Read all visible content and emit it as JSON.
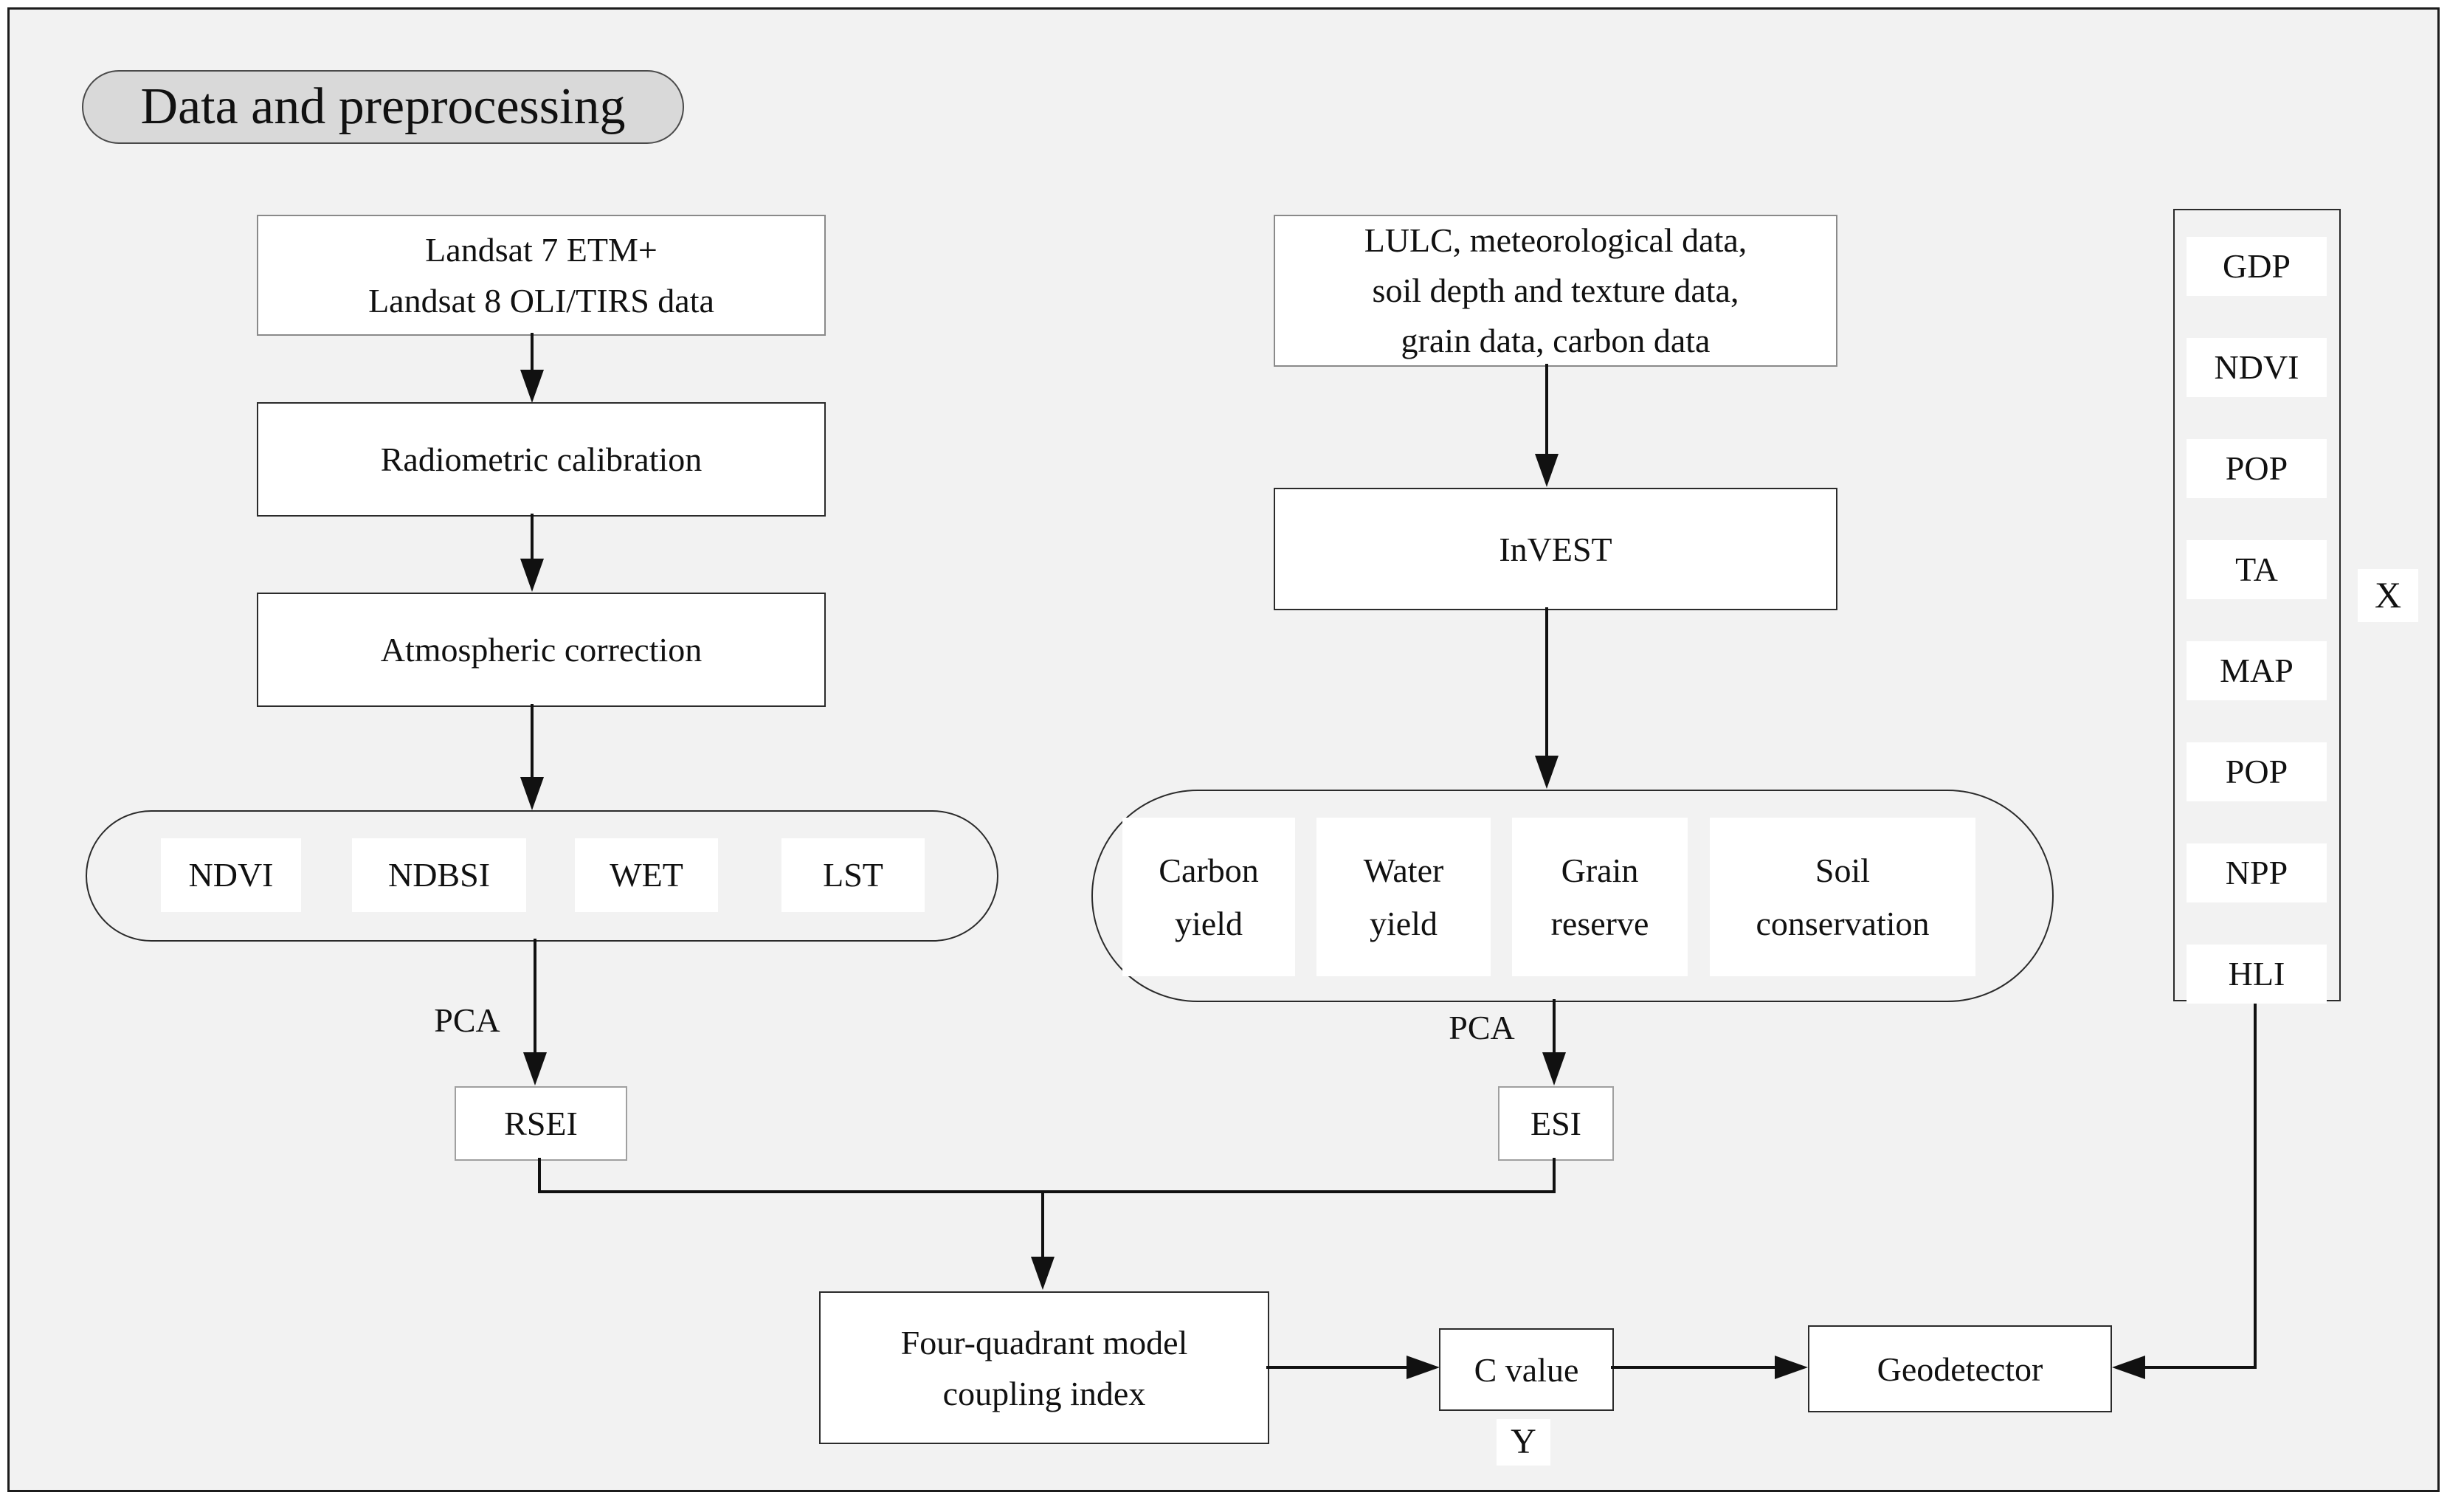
{
  "title": "Data and preprocessing",
  "left_flow": {
    "source_box": {
      "line1": "Landsat 7 ETM+",
      "line2": "Landsat 8 OLI/TIRS data"
    },
    "steps": [
      "Radiometric calibration",
      "Atmospheric correction"
    ],
    "indicators": [
      "NDVI",
      "NDBSI",
      "WET",
      "LST"
    ],
    "pca_label": "PCA",
    "result": "RSEI"
  },
  "middle_flow": {
    "source_box": {
      "line1": "LULC, meteorological data,",
      "line2": "soil depth and texture data,",
      "line3": "grain data, carbon data"
    },
    "model": "InVEST",
    "services": [
      {
        "line1": "Carbon",
        "line2": "yield"
      },
      {
        "line1": "Water",
        "line2": "yield"
      },
      {
        "line1": "Grain",
        "line2": "reserve"
      },
      {
        "line1": "Soil",
        "line2": "conservation"
      }
    ],
    "pca_label": "PCA",
    "result": "ESI"
  },
  "right_panel": {
    "factors": [
      "GDP",
      "NDVI",
      "POP",
      "TA",
      "MAP",
      "POP",
      "NPP",
      "HLI"
    ],
    "axis_label": "X"
  },
  "bottom_flow": {
    "coupling_box": {
      "line1": "Four-quadrant model",
      "line2": "coupling index"
    },
    "c_value": "C value",
    "y_label": "Y",
    "geodetector": "Geodetector"
  },
  "colors": {
    "background": "#f2f2f2",
    "box_fill": "#ffffff",
    "pill_fill": "#d9d9d9",
    "line": "#111111"
  }
}
